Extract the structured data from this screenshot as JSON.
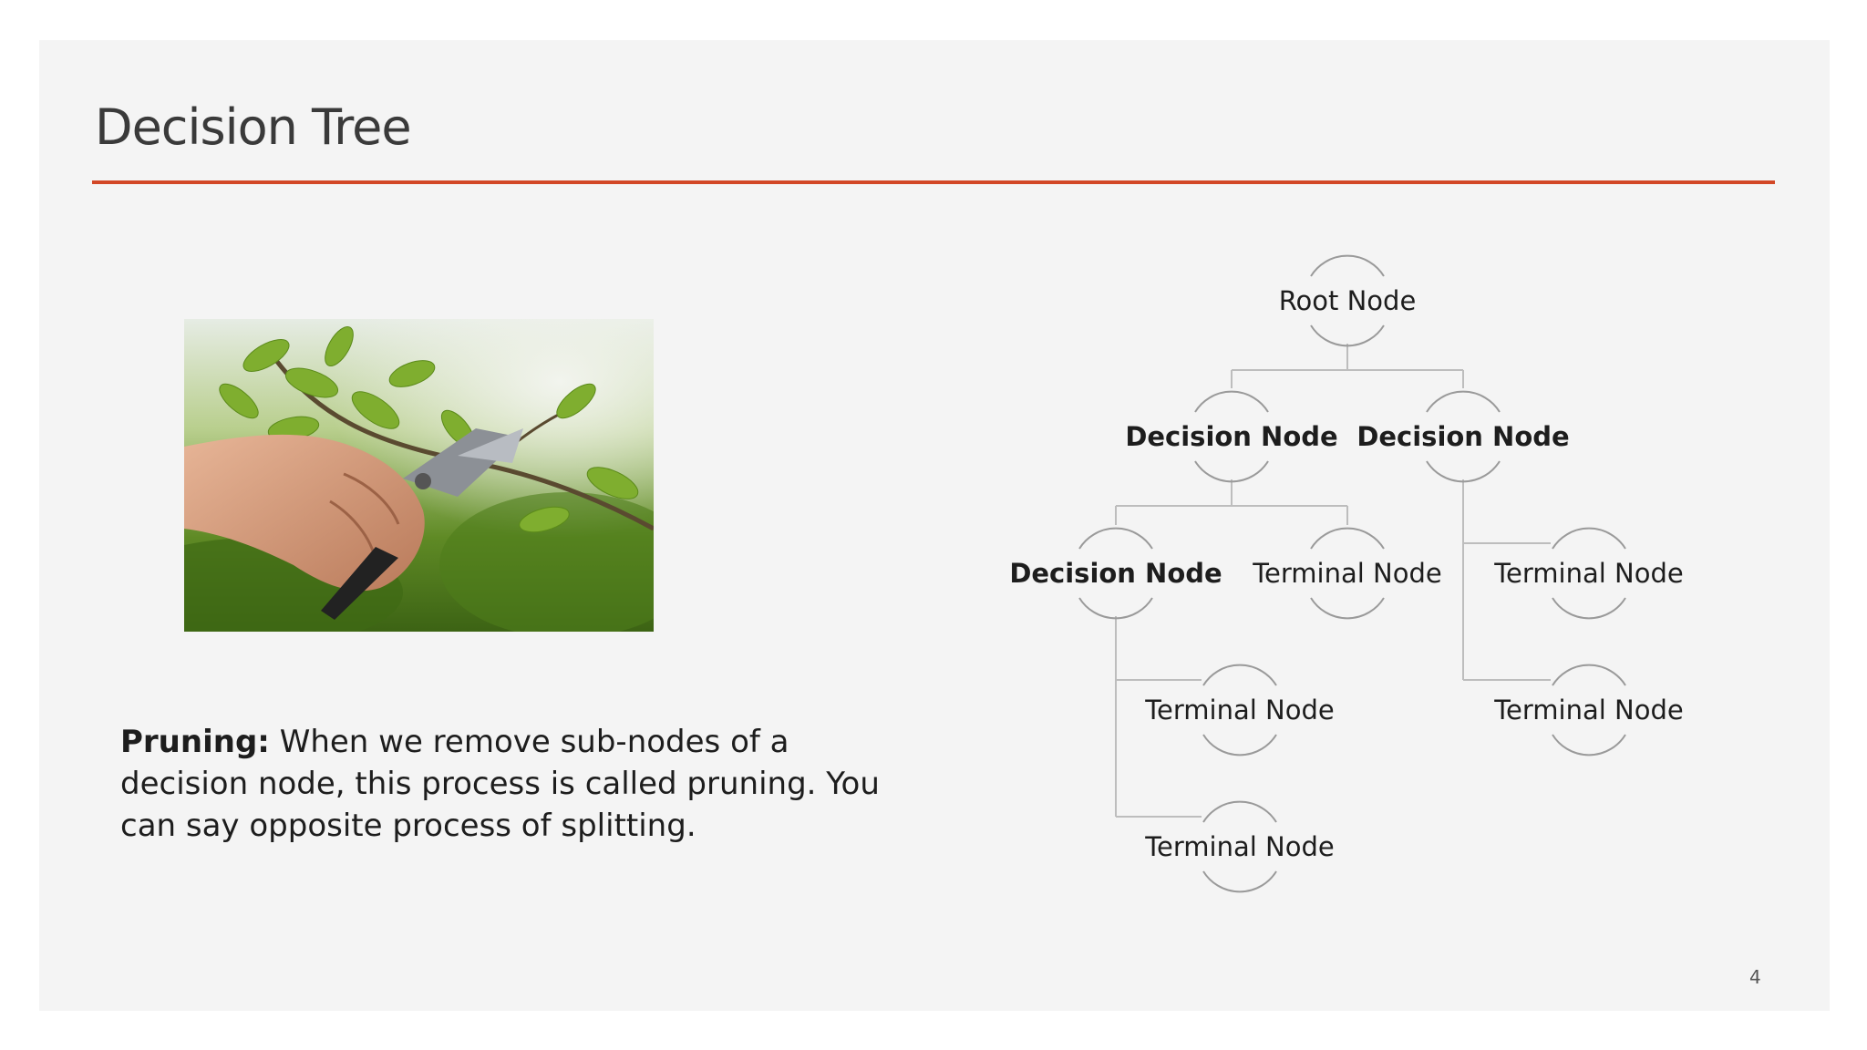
{
  "slide": {
    "title": "Decision Tree",
    "page_number": "4",
    "accent_color": "#d24726"
  },
  "text": {
    "bold_label": "Pruning:",
    "body": " When we remove sub-nodes of a decision node, this process is called pruning. You can say opposite process of splitting."
  },
  "image": {
    "subject": "hand-pruning-branch-with-shears"
  },
  "tree": {
    "nodes": [
      {
        "id": "root",
        "label": "Root Node",
        "bold": false
      },
      {
        "id": "d1",
        "label": "Decision Node",
        "bold": true
      },
      {
        "id": "d2",
        "label": "Decision Node",
        "bold": true
      },
      {
        "id": "d3",
        "label": "Decision Node",
        "bold": true
      },
      {
        "id": "t1",
        "label": "Terminal Node",
        "bold": false
      },
      {
        "id": "t2",
        "label": "Terminal Node",
        "bold": false
      },
      {
        "id": "t3",
        "label": "Terminal Node",
        "bold": false
      },
      {
        "id": "t4",
        "label": "Terminal Node",
        "bold": false
      },
      {
        "id": "t5",
        "label": "Terminal Node",
        "bold": false
      }
    ],
    "edges": [
      [
        "root",
        "d1"
      ],
      [
        "root",
        "d2"
      ],
      [
        "d1",
        "d3"
      ],
      [
        "d1",
        "t1"
      ],
      [
        "d2",
        "t2"
      ],
      [
        "d2",
        "t3"
      ],
      [
        "d3",
        "t4"
      ],
      [
        "d3",
        "t5"
      ]
    ]
  }
}
